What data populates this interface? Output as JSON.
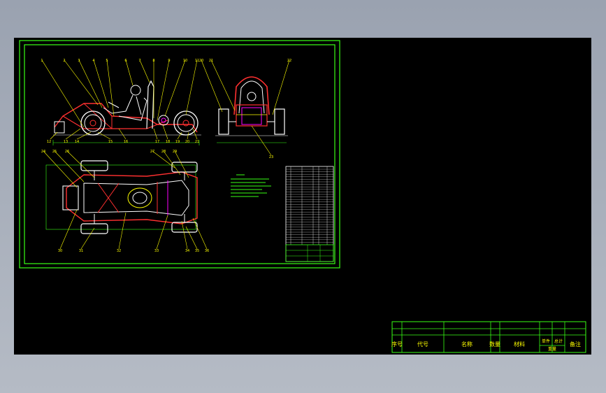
{
  "parts_table": {
    "headers": [
      "序号",
      "代号",
      "名称",
      "数量",
      "材料",
      "单件",
      "总计",
      "重量",
      "备注"
    ]
  },
  "balloons": {
    "side_view_top": [
      "1",
      "2",
      "3",
      "4",
      "5",
      "6",
      "7",
      "8",
      "9",
      "10",
      "11"
    ],
    "side_view_bottom": [
      "12",
      "13",
      "14",
      "15",
      "16",
      "17",
      "18",
      "19",
      "20",
      "21"
    ],
    "rear_view": [
      "20",
      "21",
      "22",
      "23"
    ],
    "top_view_left": [
      "24",
      "25",
      "26"
    ],
    "top_view_right": [
      "27",
      "28",
      "29"
    ],
    "top_view_bottom": [
      "30",
      "31",
      "32",
      "33",
      "34",
      "35",
      "36"
    ]
  },
  "colors": {
    "frame_green": "#39ff14",
    "drawing_white": "#ffffff",
    "chassis_red": "#ff3030",
    "leader_yellow": "#ffff00",
    "magenta": "#ff00ff",
    "background": "#000000"
  }
}
